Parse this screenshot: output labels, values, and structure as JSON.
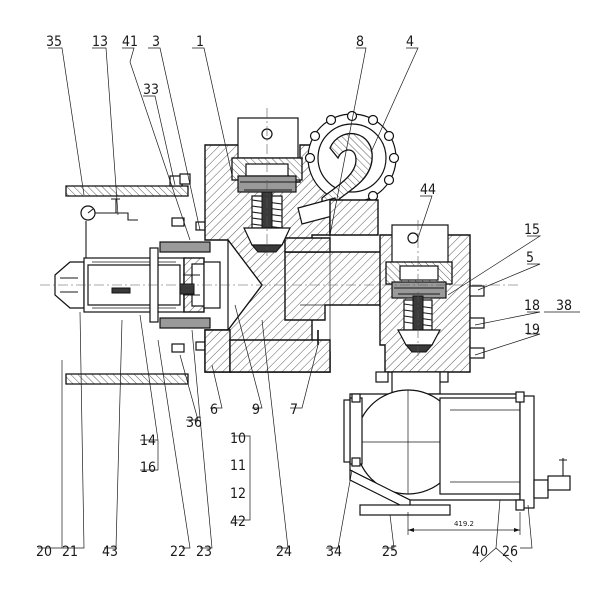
{
  "labels": {
    "l35": "35",
    "l13": "13",
    "l41": "41",
    "l3": "3",
    "l1": "1",
    "l8": "8",
    "l4": "4",
    "l33": "33",
    "l44": "44",
    "l15": "15",
    "l5": "5",
    "l38": "38",
    "l18": "18",
    "l19": "19",
    "l6": "6",
    "l9": "9",
    "l7": "7",
    "l36": "36",
    "l10": "10",
    "l11": "11",
    "l12": "12",
    "l42": "42",
    "l14": "14",
    "l16": "16",
    "l20": "20",
    "l21": "21",
    "l43": "43",
    "l22": "22",
    "l23": "23",
    "l24": "24",
    "l34": "34",
    "l25": "25",
    "l40": "40",
    "l26": "26"
  },
  "dimension": "419.2"
}
